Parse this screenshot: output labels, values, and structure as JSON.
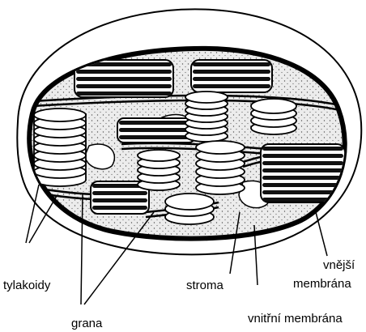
{
  "labels": {
    "tylakoidy": "tylakoidy",
    "grana": "grana",
    "stroma": "stroma",
    "outer_line1": "vnější",
    "outer_line2": "membrána",
    "inner": "vnitřní membrána"
  },
  "colors": {
    "stroma_fill": "#e6e6e6",
    "line": "#000000",
    "background": "#ffffff"
  }
}
